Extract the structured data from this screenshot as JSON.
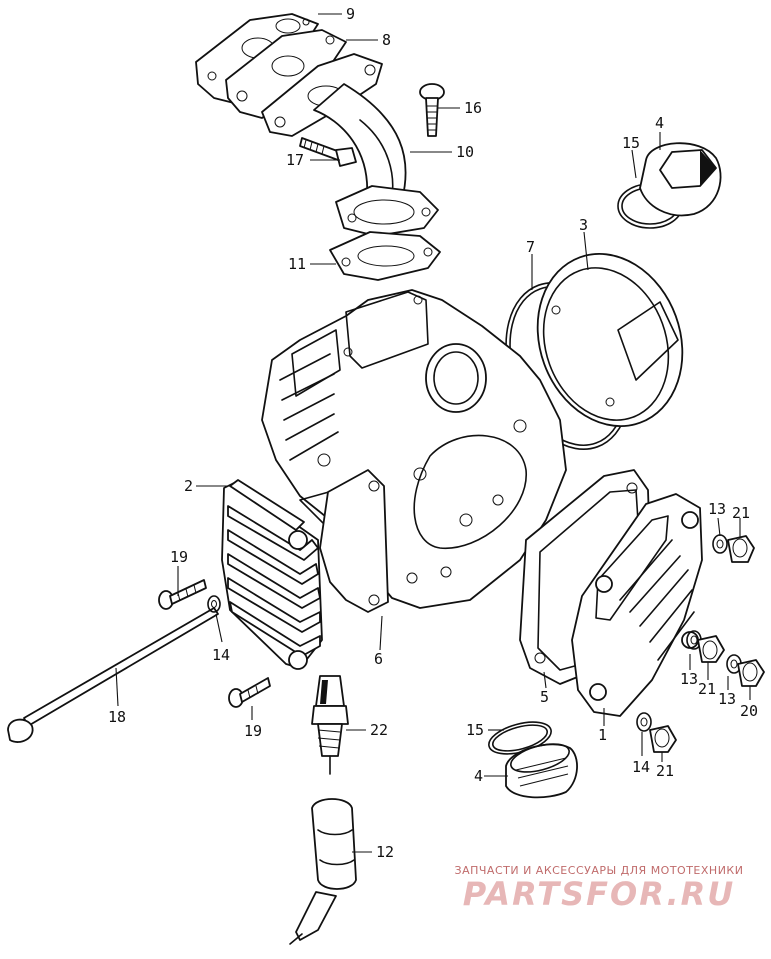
{
  "callouts": {
    "c1": "1",
    "c2": "2",
    "c3": "3",
    "c4a": "4",
    "c4b": "4",
    "c5": "5",
    "c6": "6",
    "c7": "7",
    "c8": "8",
    "c9": "9",
    "c10": "10",
    "c11": "11",
    "c12": "12",
    "c13a": "13",
    "c13b": "13",
    "c13c": "13",
    "c14a": "14",
    "c14b": "14",
    "c15a": "15",
    "c15b": "15",
    "c16": "16",
    "c17": "17",
    "c18": "18",
    "c19a": "19",
    "c19b": "19",
    "c20": "20",
    "c21a": "21",
    "c21b": "21",
    "c21c": "21",
    "c22": "22"
  },
  "watermark": {
    "top_text": "ЗАПЧАСТИ И АКСЕССУАРЫ ДЛЯ МОТОТЕХНИКИ",
    "brand": "PARTSFOR.RU"
  },
  "colors": {
    "line": "#111111",
    "watermark_text": "#c06b6b",
    "watermark_brand": "#e7b7b7"
  }
}
